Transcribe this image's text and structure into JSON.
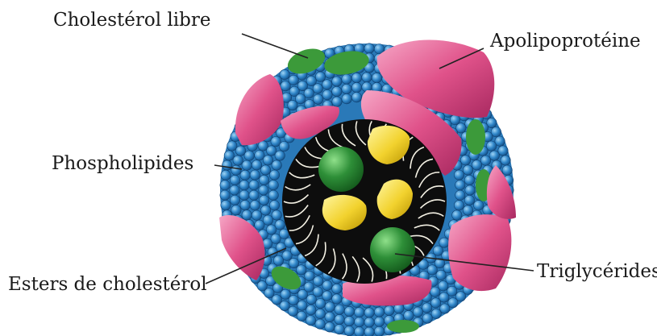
{
  "labels": {
    "free_cholesterol": "Cholestérol libre",
    "apolipoprotein": "Apolipoprotéine",
    "phospholipids": "Phospholipides",
    "cholesterol_esters": "Esters de cholestérol",
    "triglycerides": "Triglycérides"
  },
  "colors": {
    "phospholipid_head": "#2f86c9",
    "apolipoprotein": "#e0528a",
    "free_cholesterol": "#3c9a3a",
    "triglyceride": "#f2d22e",
    "core": "#0d0d0d",
    "lipid_tail": "#f4f1e4"
  }
}
